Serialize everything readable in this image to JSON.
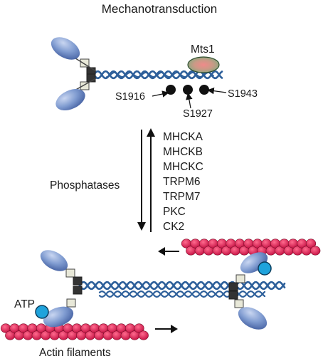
{
  "title": "Mechanotransduction",
  "binding_protein": "Mts1",
  "phospho_sites": [
    "S1916",
    "S1927",
    "S1943"
  ],
  "phosphatases_label": "Phosphatases",
  "kinases": [
    "MHCKA",
    "MHCKB",
    "MHCKC",
    "TRPM6",
    "TRPM7",
    "PKC",
    "CK2"
  ],
  "atp_label": "ATP",
  "actin_label": "Actin filaments",
  "colors": {
    "coil": "#2d5f9a",
    "head": "#7f9bd0",
    "actin": "#d4144a",
    "atp": "#1fa3dc",
    "mts1_fill": "#7dab7e",
    "phospho": "#111111"
  }
}
